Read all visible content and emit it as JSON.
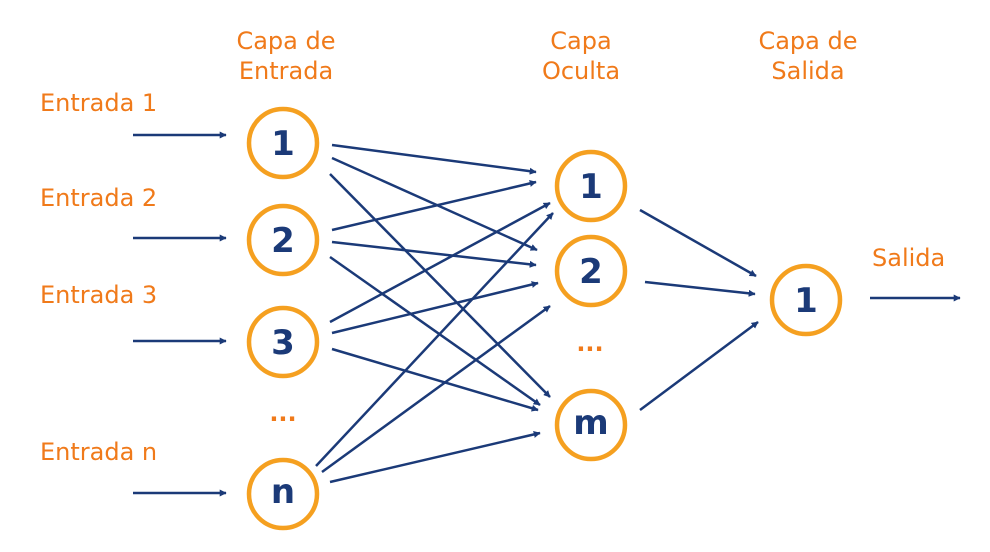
{
  "headers": {
    "input": [
      "Capa de",
      "Entrada"
    ],
    "hidden": [
      "Capa",
      "Oculta"
    ],
    "output": [
      "Capa de",
      "Salida"
    ]
  },
  "inputs": [
    "Entrada 1",
    "Entrada 2",
    "Entrada 3",
    "Entrada n"
  ],
  "output_label": "Salida",
  "layers": {
    "input": [
      "1",
      "2",
      "3",
      "n"
    ],
    "hidden": [
      "1",
      "2",
      "m"
    ],
    "output": [
      "1"
    ]
  },
  "ellipsis": "...",
  "colors": {
    "orange": "#f5a020",
    "text_orange": "#f07a1a",
    "navy": "#1b3a78"
  }
}
